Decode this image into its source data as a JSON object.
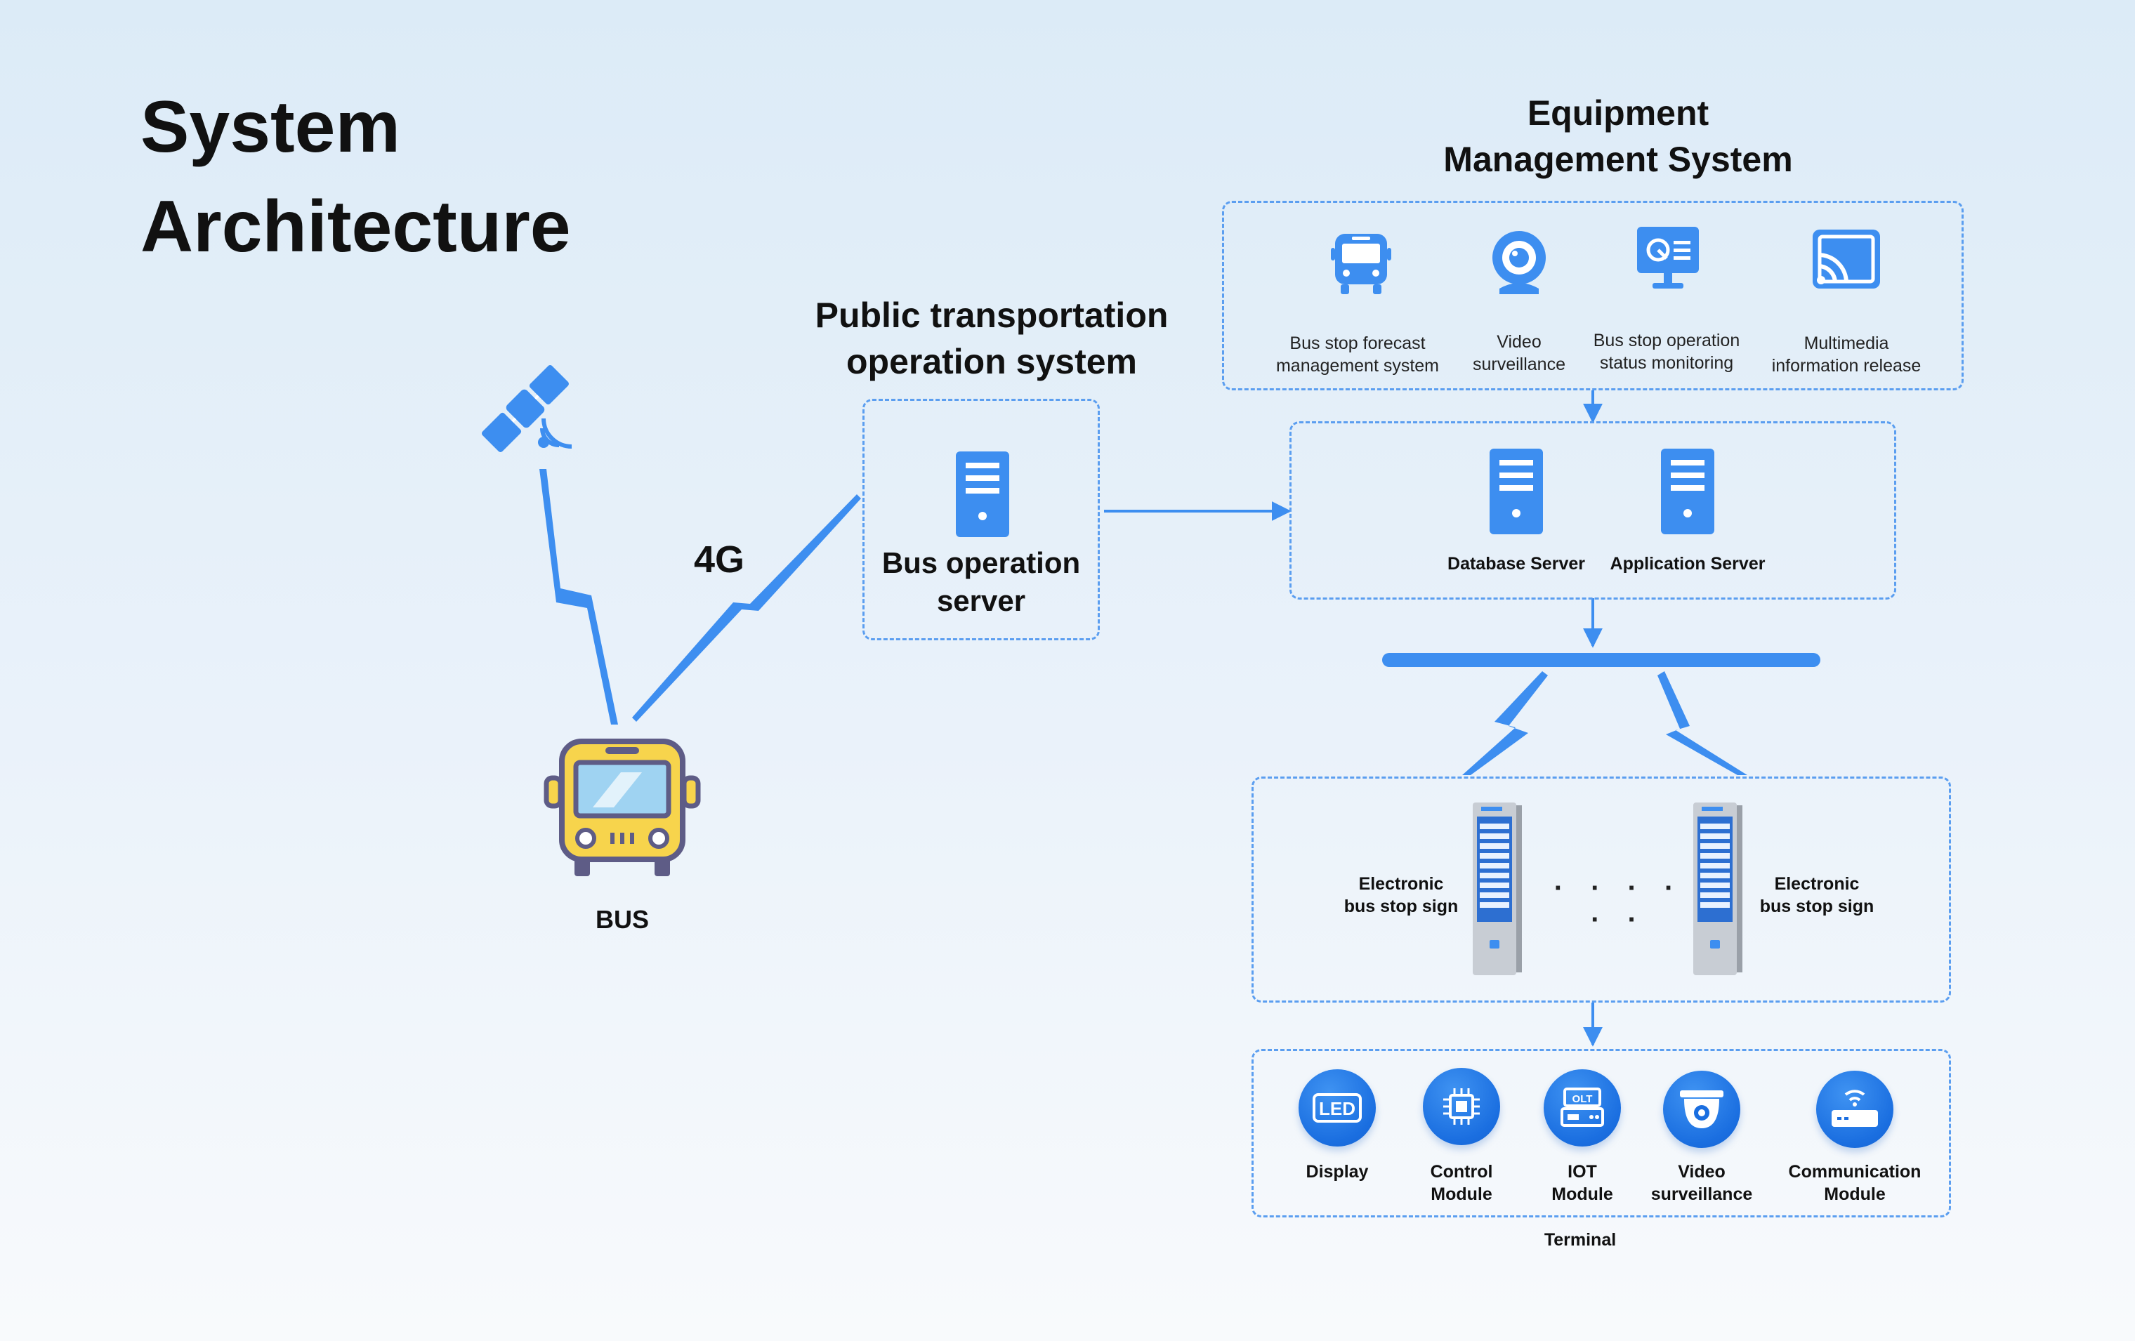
{
  "page_title": {
    "line1": "System",
    "line2": "Architecture"
  },
  "bus": {
    "label": "BUS"
  },
  "network_label": "4G",
  "public_transport": {
    "title_line1": "Public transportation",
    "title_line2": "operation system",
    "server_label_line1": "Bus operation",
    "server_label_line2": "server"
  },
  "equipment_management": {
    "title_line1": "Equipment",
    "title_line2": "Management System",
    "items": [
      {
        "icon": "bus-icon",
        "line1": "Bus stop forecast",
        "line2": "management system"
      },
      {
        "icon": "camera-icon",
        "line1": "Video",
        "line2": "surveillance"
      },
      {
        "icon": "monitor-icon",
        "line1": "Bus stop operation",
        "line2": "status monitoring"
      },
      {
        "icon": "cast-icon",
        "line1": "Multimedia",
        "line2": "information release"
      }
    ]
  },
  "servers": [
    {
      "icon": "server-icon",
      "label": "Database Server"
    },
    {
      "icon": "server-icon",
      "label": "Application Server"
    }
  ],
  "signs": {
    "left_line1": "Electronic",
    "left_line2": "bus stop sign",
    "right_line1": "Electronic",
    "right_line2": "bus stop sign",
    "ellipsis": "· · · · · ·"
  },
  "terminal": {
    "label": "Terminal",
    "modules": [
      {
        "icon": "led-icon",
        "line1": "Display",
        "line2": ""
      },
      {
        "icon": "chip-icon",
        "line1": "Control",
        "line2": "Module"
      },
      {
        "icon": "olt-icon",
        "line1": "IOT",
        "line2": "Module"
      },
      {
        "icon": "dome-camera-icon",
        "line1": "Video",
        "line2": "surveillance"
      },
      {
        "icon": "router-icon",
        "line1": "Communication",
        "line2": "Module"
      }
    ]
  },
  "colors": {
    "accent": "#3d8ef0",
    "dashed_border": "#5b9ef0",
    "bus_yellow": "#f7d44c",
    "bus_outline": "#5e5c86"
  }
}
